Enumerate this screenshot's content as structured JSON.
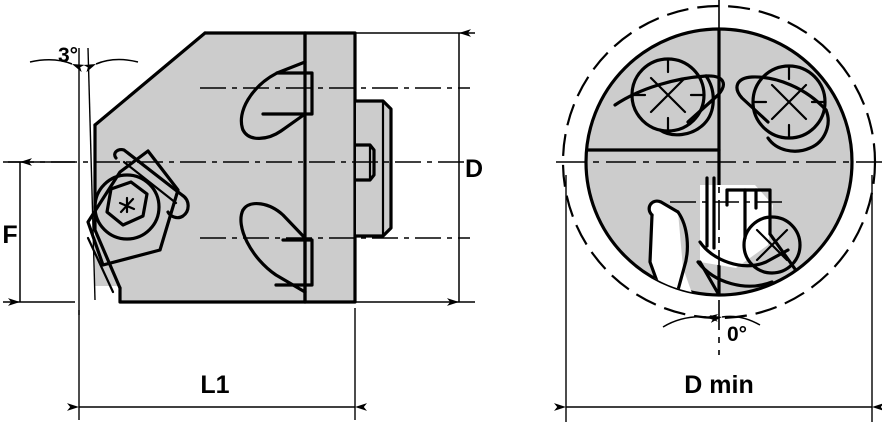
{
  "drawing": {
    "title": "Turning tool holder technical drawing",
    "background_color": "#ffffff",
    "body_fill_color": "#cccccc",
    "line_color": "#000000"
  },
  "views": {
    "side_view": {
      "name": "Side section view",
      "annotations": {
        "lead_angle": "3°",
        "dimension_F": "F",
        "dimension_D": "D",
        "dimension_L1": "L1"
      }
    },
    "front_view": {
      "name": "Front end view",
      "annotations": {
        "insert_angle": "0°",
        "dimension_Dmin": "D min"
      }
    }
  },
  "labels": {
    "angle_3deg": "3°",
    "angle_0deg": "0°",
    "dim_F": "F",
    "dim_D": "D",
    "dim_L1": "L1",
    "dim_Dmin": "D min"
  }
}
